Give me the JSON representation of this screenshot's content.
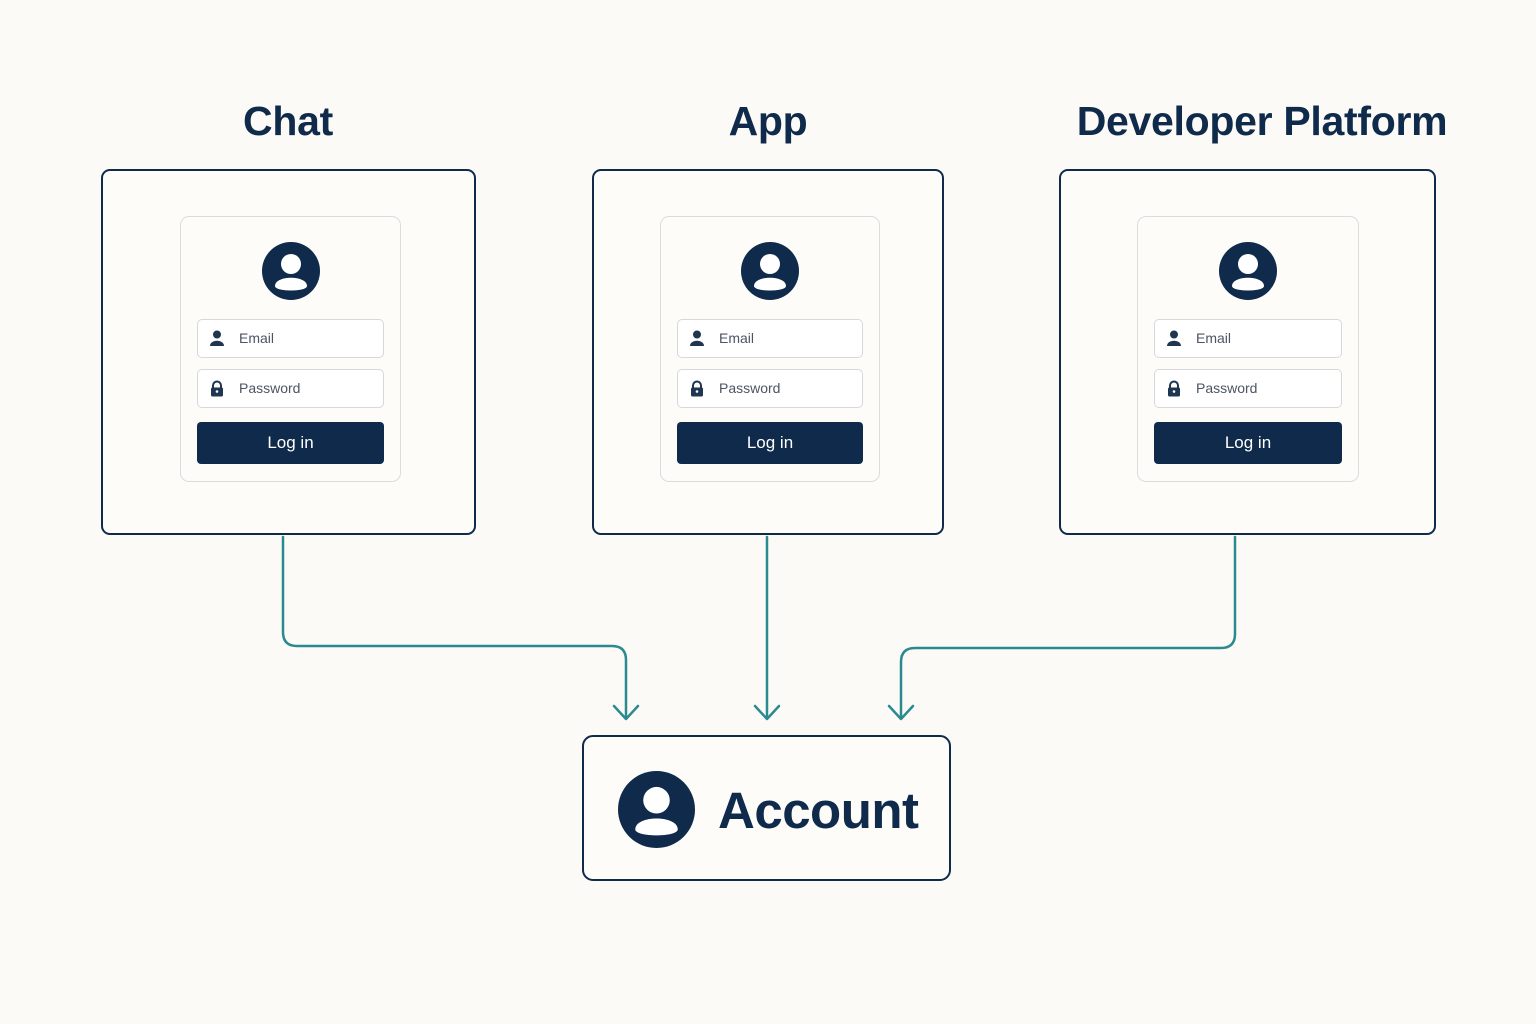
{
  "colors": {
    "navy": "#0f2a4a",
    "teal": "#2b8a8f",
    "background": "#fbfaf6"
  },
  "panels": [
    {
      "title": "Chat",
      "email_placeholder": "Email",
      "password_placeholder": "Password",
      "button_label": "Log in",
      "email_icon": "user-icon",
      "password_icon": "lock-icon",
      "avatar_icon": "avatar-icon"
    },
    {
      "title": "App",
      "email_placeholder": "Email",
      "password_placeholder": "Password",
      "button_label": "Log in",
      "email_icon": "user-icon",
      "password_icon": "lock-icon",
      "avatar_icon": "avatar-icon"
    },
    {
      "title": "Developer Platform",
      "email_placeholder": "Email",
      "password_placeholder": "Password",
      "button_label": "Log in",
      "email_icon": "user-icon",
      "password_icon": "lock-icon",
      "avatar_icon": "avatar-icon"
    }
  ],
  "account": {
    "label": "Account",
    "icon": "account-icon"
  }
}
